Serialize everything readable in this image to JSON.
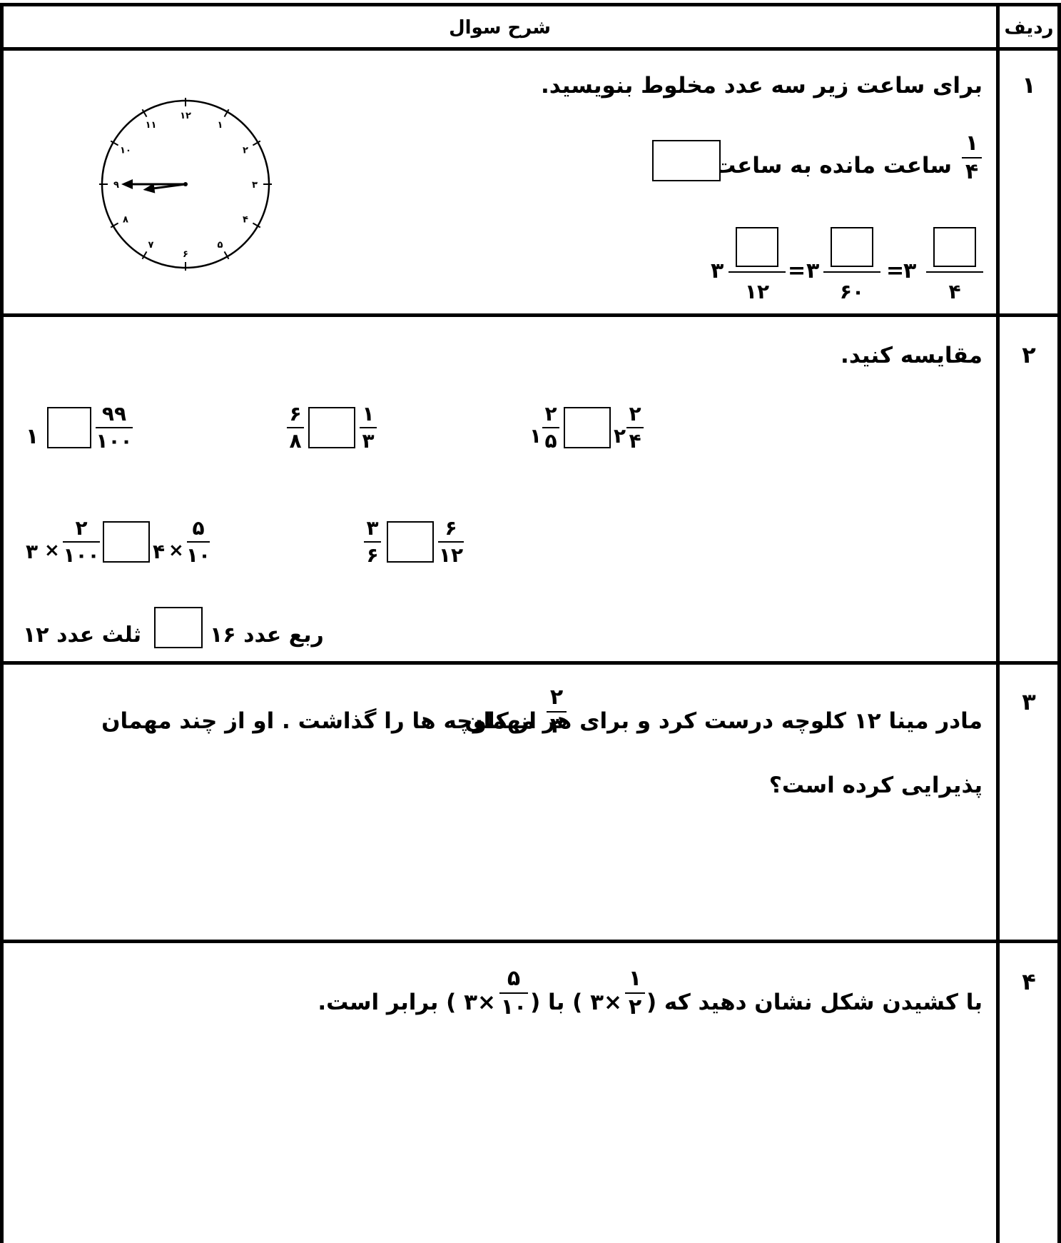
{
  "header": {
    "row_label": "ردیف",
    "desc_label": "شرح سوال"
  },
  "q1": {
    "num": "۱",
    "text": "برای ساعت زیر سه عدد مخلوط بنویسید.",
    "quarter_num": "۱",
    "quarter_den": "۴",
    "quarter_text": "ساعت مانده به ساعت",
    "mixed_whole": "۳",
    "dens": [
      "۱۲",
      "۶۰",
      "۴"
    ],
    "equals": "=",
    "clock": {
      "hour_hand_value": 8.75,
      "minute_hand_value": 45,
      "labels": [
        "۱",
        "۲",
        "۳",
        "۴",
        "۵",
        "۶",
        "۷",
        "۸",
        "۹",
        "۱۰",
        "۱۱",
        "۱۲"
      ]
    }
  },
  "q2": {
    "num": "۲",
    "text": "مقایسه کنید.",
    "row1": {
      "a": {
        "left": "۱",
        "num": "۹۹",
        "den": "۱۰۰"
      },
      "b": {
        "l_num": "۶",
        "l_den": "۸",
        "r_num": "۱",
        "r_den": "۳"
      },
      "c": {
        "l_whole": "۱",
        "l_num": "۲",
        "l_den": "۵",
        "r_whole": "۲",
        "r_num": "۲",
        "r_den": "۴"
      }
    },
    "row2": {
      "a": {
        "l_whole": "۳",
        "times": "×",
        "l_num": "۲",
        "l_den": "۱۰۰",
        "r_whole": "۴",
        "r_num": "۵",
        "r_den": "۱۰"
      },
      "b": {
        "l_num": "۳",
        "l_den": "۶",
        "r_num": "۶",
        "r_den": "۱۲"
      }
    },
    "row3": {
      "left_text": "ثلث عدد ۱۲",
      "right_text": "ربع عدد ۱۶"
    }
  },
  "q3": {
    "num": "۳",
    "line1_a": "مادر مینا ۱۲ کلوچه درست کرد و برای هر مهمان",
    "frac_num": "۲",
    "frac_den": "۳",
    "line1_b": "از کلوچه ها را گذاشت . او از چند مهمان",
    "line2": "پذیرایی کرده است؟"
  },
  "q4": {
    "num": "۴",
    "text_a": "با کشیدن شکل نشان دهید که (",
    "f1_num": "۱",
    "f1_den": "۲",
    "expr1": "×۳ ) با (",
    "f2_num": "۵",
    "f2_den": "۱۰",
    "expr2": "×۳ ) برابر است."
  }
}
